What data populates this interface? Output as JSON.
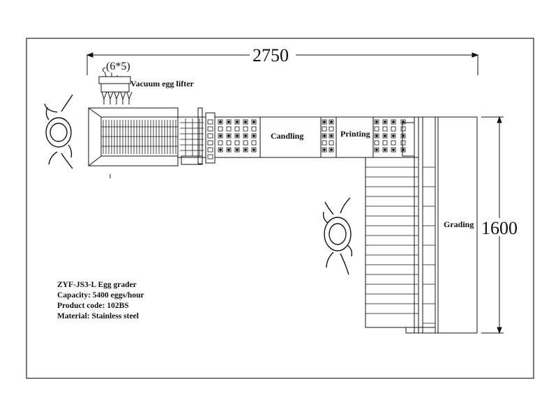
{
  "dimensions": {
    "length_label": "2750",
    "height_label": "1600"
  },
  "labels": {
    "lifter_count": "(6*5)",
    "vacuum_lifter": "Vacuum egg lifter",
    "candling": "Candling",
    "printing": "Printing",
    "grading": "Grading"
  },
  "specs": [
    "ZYF-JS3-L Egg grader",
    "Capacity: 5400 eggs/hour",
    "Product code: 102BS",
    "Material: Stainless steel"
  ]
}
